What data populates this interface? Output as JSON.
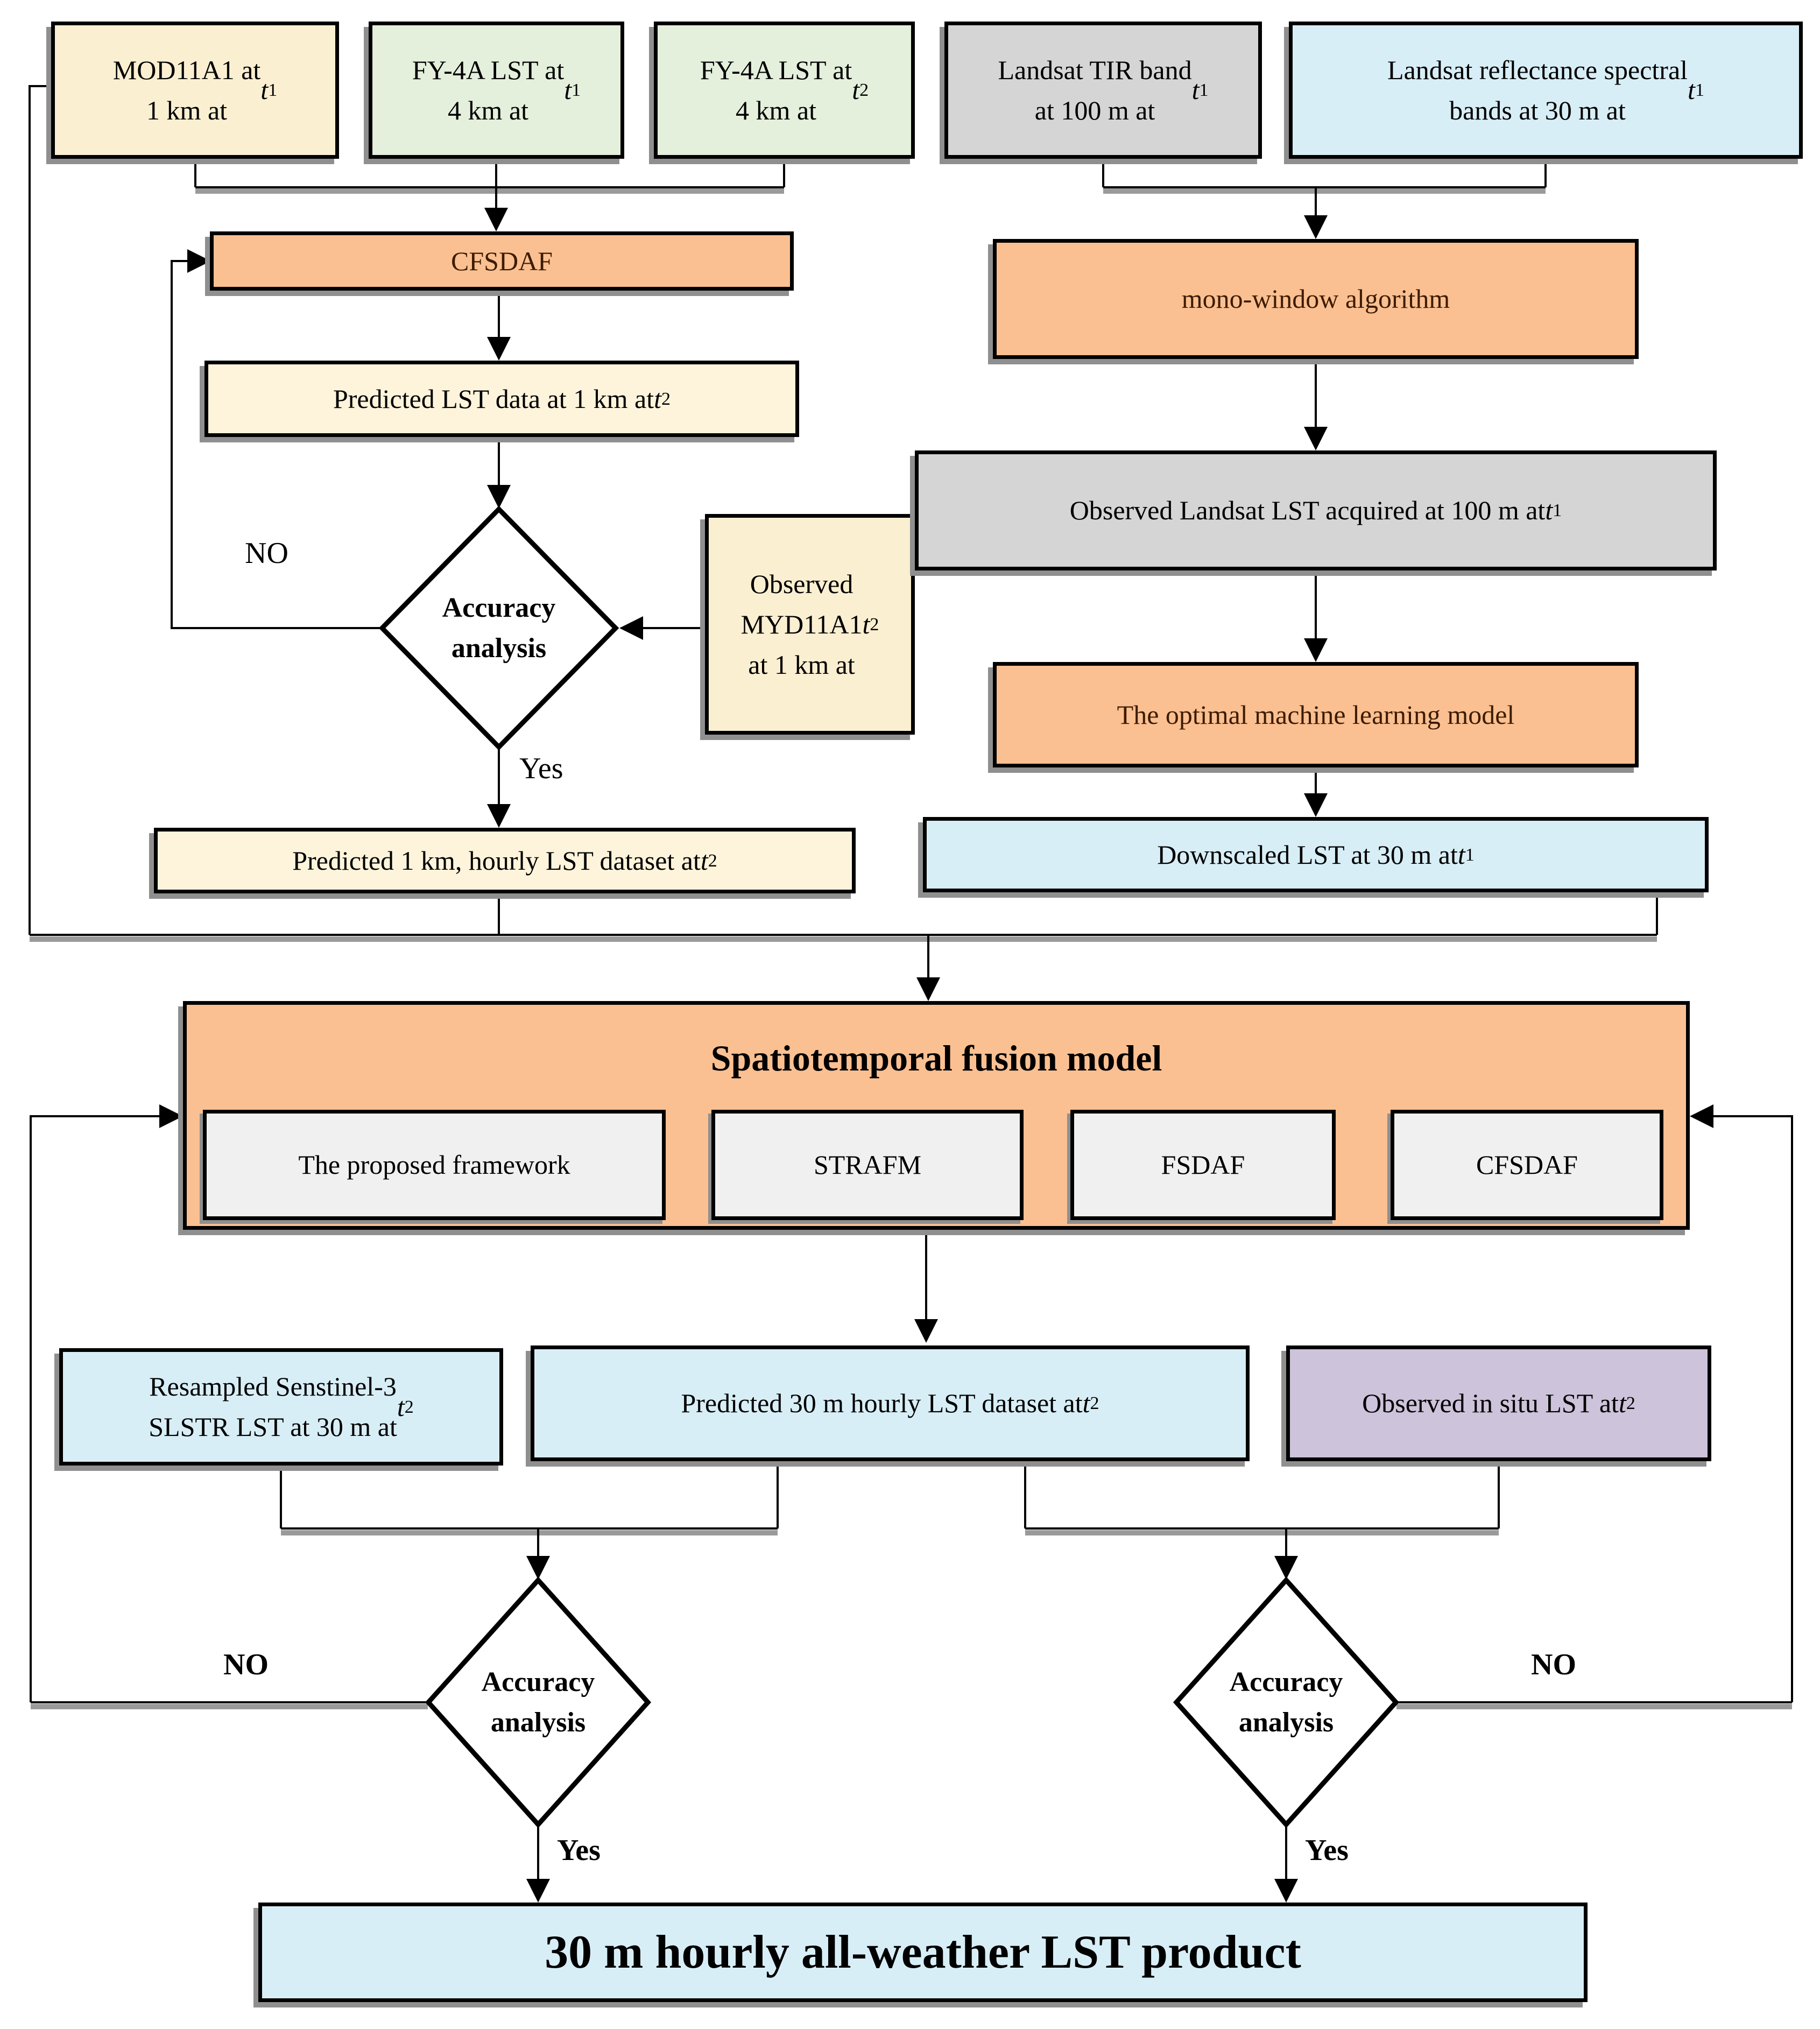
{
  "colors": {
    "cream": "#FBEFD1",
    "cream_light": "#FDF4DB",
    "green": "#E4EFDC",
    "gray": "#D5D5D5",
    "blue": "#D8EEF6",
    "orange": "#FBC091",
    "purple": "#CDC3DA",
    "inner_gray": "#F0F0F0",
    "orange_text": "#3D1C02"
  },
  "nodes": {
    "mod11a1": "MOD11A1 at\n1 km at t_1",
    "fy4a_t1": "FY-4A LST at\n4 km at t_1",
    "fy4a_t2": "FY-4A LST at\n4 km at t_2",
    "landsat_tir": "Landsat TIR band\nat 100 m at t_1",
    "landsat_reflectance": "Landsat reflectance spectral\nbands at 30 m at t_1",
    "cfsdaf": "CFSDAF",
    "predicted_lst_1km": "Predicted LST data at 1 km at t_2",
    "accuracy_analysis_1": "Accuracy\nanalysis",
    "observed_myd11a1": "Observed\nMYD11A1\nat 1 km at t_2",
    "predicted_1km_hourly": "Predicted 1 km, hourly LST dataset at t_2",
    "mono_window": "mono-window algorithm",
    "observed_landsat": "Observed Landsat LST acquired at 100 m at t_1",
    "optimal_ml": "The optimal machine learning model",
    "downscaled_lst": "Downscaled LST at 30 m at t_1",
    "fusion_title": "Spatiotemporal fusion model",
    "proposed_framework": "The proposed framework",
    "strafm": "STRAFM",
    "fsdaf": "FSDAF",
    "cfsdaf2": "CFSDAF",
    "resampled_sentinel": "Resampled Senstinel-3\nSLSTR LST at 30 m at t_2",
    "predicted_30m_hourly": "Predicted 30 m hourly LST dataset at t_2",
    "observed_in_situ": "Observed in situ LST at t_2",
    "accuracy_analysis_2": "Accuracy\nanalysis",
    "accuracy_analysis_3": "Accuracy\nanalysis",
    "final_product": "30 m hourly all-weather LST product"
  },
  "labels": {
    "no_1": "NO",
    "yes_1": "Yes",
    "no_2": "NO",
    "yes_2": "Yes",
    "no_3": "NO",
    "yes_3": "Yes"
  }
}
